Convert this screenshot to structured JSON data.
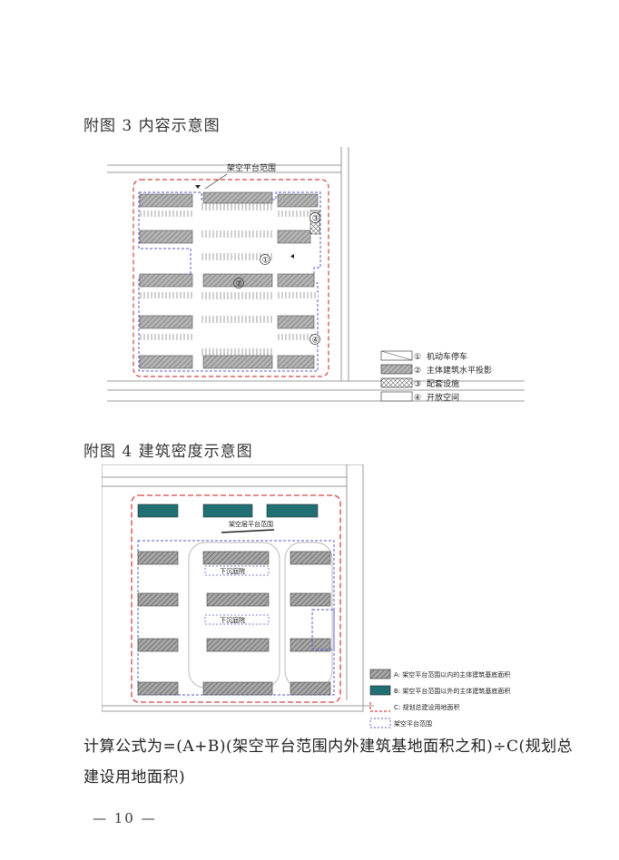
{
  "figure3": {
    "caption": "附图 3  内容示意图",
    "platform_label": "架空平台范围",
    "legend": [
      {
        "num": "①",
        "text": "机动车停车"
      },
      {
        "num": "②",
        "text": "主体建筑水平投影"
      },
      {
        "num": "③",
        "text": "配套设施"
      },
      {
        "num": "④",
        "text": "开放空间"
      }
    ],
    "map_markers": [
      "①",
      "②",
      "③",
      "④"
    ]
  },
  "figure4": {
    "caption": "附图 4  建筑密度示意图",
    "platform_label": "架空层平台范围",
    "sunken_labels": [
      "下沉庭院",
      "下沉庭院"
    ],
    "legend": [
      {
        "text": "A: 架空平台范围以内的主体建筑基底面积"
      },
      {
        "text": "B: 架空平台范围以外的主体建筑基底面积"
      },
      {
        "text": "C: 规划总建设用地面积"
      },
      {
        "text": "架空平台范围"
      }
    ]
  },
  "formula": "计算公式为=(A+B)(架空平台范围内外建筑基地面积之和)÷C(规划总建设用地面积)",
  "page_number": "— 10 —",
  "colors": {
    "building_gray": "#9a9a9a",
    "building_teal": "#1f6f73",
    "red_dash": "#d44444",
    "blue_dash": "#5a5ad0"
  }
}
